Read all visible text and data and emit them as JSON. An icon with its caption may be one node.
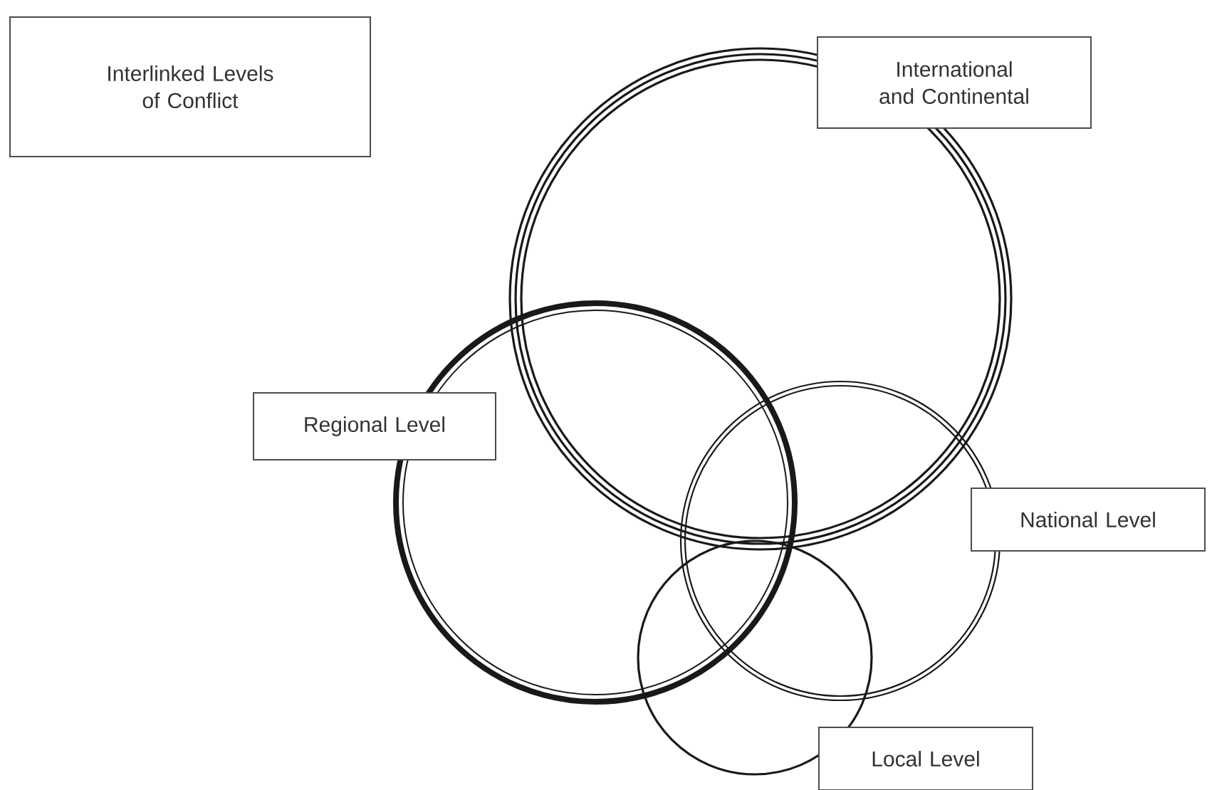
{
  "diagram": {
    "nodes": [
      {
        "text": [
          "Interlinked Levels of Conflict"
        ]
      },
      {
        "text": [
          "International and Continental"
        ]
      },
      {
        "text": [
          "Regional Level"
        ]
      },
      {
        "text": [
          "National Level"
        ]
      },
      {
        "text": [
          "Local Level"
        ]
      }
    ]
  }
}
